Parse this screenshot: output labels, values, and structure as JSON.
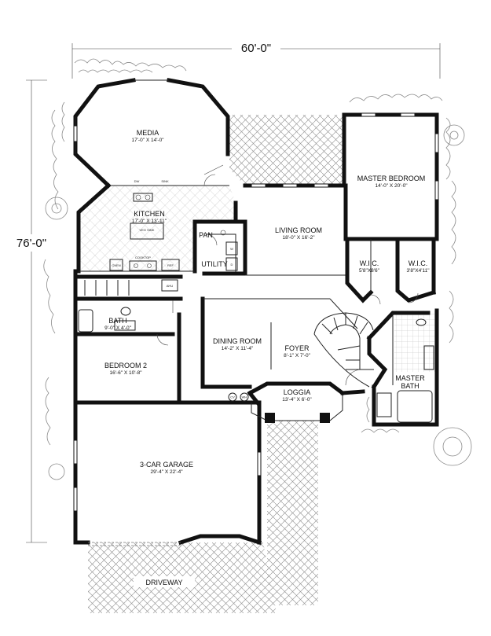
{
  "dimensions": {
    "width_label": "60'-0\"",
    "depth_label": "76'-0\""
  },
  "rooms": [
    {
      "id": "media",
      "name": "MEDIA",
      "size": "17'-0\" X 14'-0\""
    },
    {
      "id": "kitchen",
      "name": "KITCHEN",
      "size": "17'-0\" X 13'-11\""
    },
    {
      "id": "pantry",
      "name": "PAN",
      "size": ""
    },
    {
      "id": "utility",
      "name": "UTILITY",
      "size": ""
    },
    {
      "id": "living-room",
      "name": "LIVING ROOM",
      "size": "18'-0\" X 16'-2\""
    },
    {
      "id": "master-bedroom",
      "name": "MASTER BEDROOM",
      "size": "14'-0\" X 20'-0\""
    },
    {
      "id": "wic-left",
      "name": "W.I.C.",
      "size": "5'8\"X8'6\""
    },
    {
      "id": "wic-right",
      "name": "W.I.C.",
      "size": "3'8\"X4'11\""
    },
    {
      "id": "bath",
      "name": "BATH",
      "size": "9'-0\" X 4'-0\""
    },
    {
      "id": "bedroom-2",
      "name": "BEDROOM 2",
      "size": "16'-6\" X 10'-8\""
    },
    {
      "id": "dining-room",
      "name": "DINING ROOM",
      "size": "14'-2\" X 11'-4\""
    },
    {
      "id": "foyer",
      "name": "FOYER",
      "size": "8'-1\" X 7'-0\""
    },
    {
      "id": "master-bath",
      "name": "MASTER",
      "name2": "BATH",
      "size": ""
    },
    {
      "id": "loggia",
      "name": "LOGGIA",
      "size": "13'-4\" X 6'-0\""
    },
    {
      "id": "garage",
      "name": "3-CAR GARAGE",
      "size": "29'-4\" X 22'-4\""
    },
    {
      "id": "driveway",
      "name": "DRIVEWAY",
      "size": ""
    }
  ],
  "fixtures": {
    "dw": "DW",
    "sink": "SINK",
    "veg_sink": "VEG SINK",
    "cooktop": "COOKTOP",
    "oven": "OVEN",
    "ref": "REF",
    "ahu": "AHU",
    "w": "W",
    "d": "D",
    "cv": "CV",
    "wh": "WH"
  },
  "colors": {
    "wall": "#111111",
    "pattern": "#9a9a9a",
    "landscape": "#8a8a8a"
  }
}
